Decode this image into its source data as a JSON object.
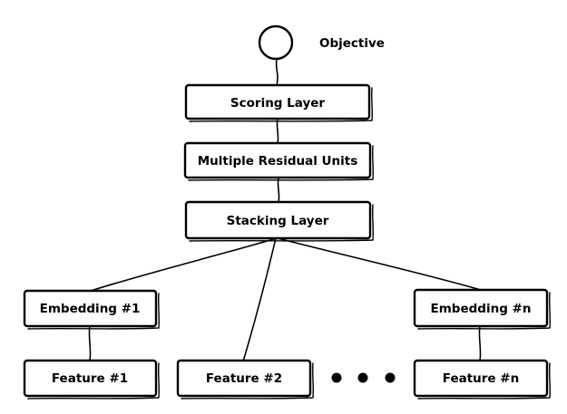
{
  "objective": {
    "label": "Objective"
  },
  "layers": {
    "scoring": "Scoring Layer",
    "residual": "Multiple Residual Units",
    "stacking": "Stacking Layer"
  },
  "embeddings": {
    "first": "Embedding #1",
    "last": "Embedding #n"
  },
  "features": {
    "first": "Feature #1",
    "second": "Feature #2",
    "last": "Feature #n"
  },
  "ellipsis": {
    "dot_count": 3,
    "color": "#000000"
  }
}
